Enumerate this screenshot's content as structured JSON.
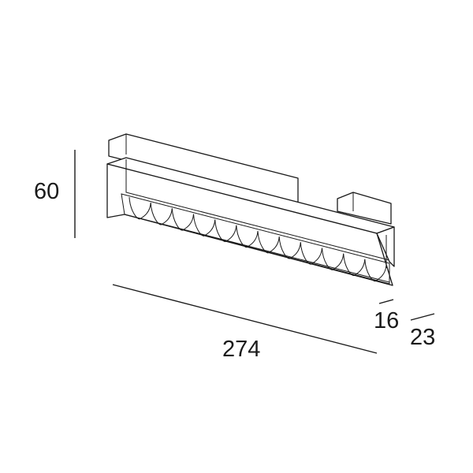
{
  "dimensions": {
    "height": "60",
    "length": "274",
    "depth_inner": "16",
    "depth_outer": "23"
  },
  "lens_count": 12,
  "colors": {
    "line": "#1a1a1a",
    "background": "#ffffff"
  }
}
